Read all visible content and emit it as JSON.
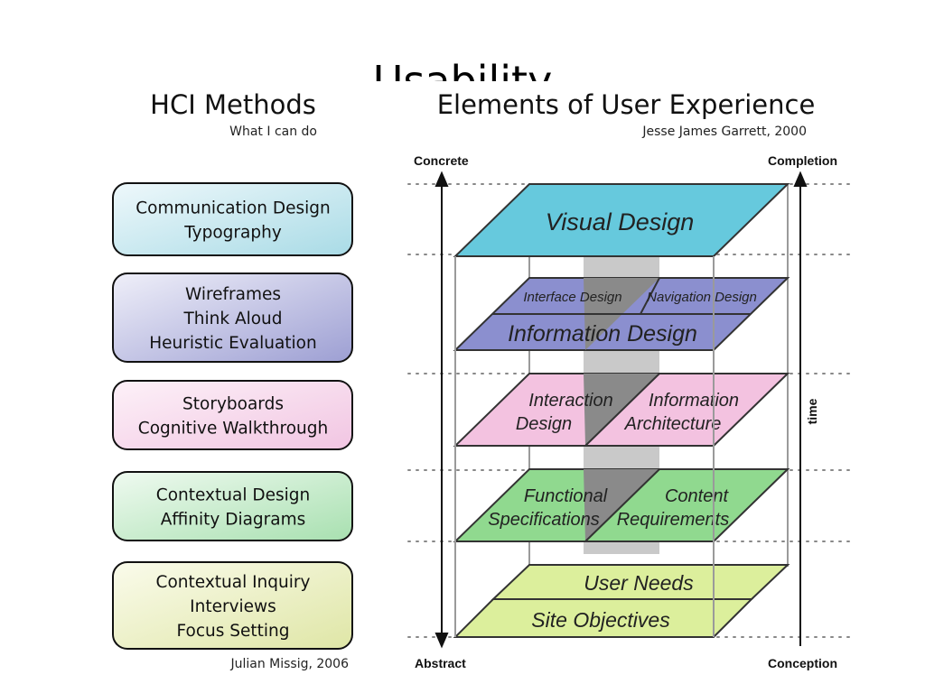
{
  "slide_title_partial": "Usability",
  "left_panel": {
    "title": "HCI Methods",
    "subtitle": "What I can do",
    "boxes": [
      {
        "lines": [
          "Communication Design",
          "Typography"
        ],
        "color_a": "#eef8fb",
        "color_b": "#a9dbe6"
      },
      {
        "lines": [
          "Wireframes",
          "Think Aloud",
          "Heuristic Evaluation"
        ],
        "color_a": "#efeff9",
        "color_b": "#9d9fd3"
      },
      {
        "lines": [
          "Storyboards",
          "Cognitive Walkthrough"
        ],
        "color_a": "#fdf1f8",
        "color_b": "#f1c5e2"
      },
      {
        "lines": [
          "Contextual Design",
          "Affinity Diagrams"
        ],
        "color_a": "#effaf0",
        "color_b": "#a8e0b0"
      },
      {
        "lines": [
          "Contextual Inquiry",
          "Interviews",
          "Focus Setting"
        ],
        "color_a": "#fafbeb",
        "color_b": "#dfe6a6"
      }
    ],
    "credit": "Julian Missig, 2006"
  },
  "right_panel": {
    "title": "Elements of User Experience",
    "subtitle": "Jesse James Garrett, 2000",
    "axis_top_left": "Concrete",
    "axis_bottom_left": "Abstract",
    "axis_top_right": "Completion",
    "axis_bottom_right": "Conception",
    "axis_side": "time",
    "layers": {
      "visual_design": "Visual Design",
      "interface_design": "Interface Design",
      "navigation_design": "Navigation Design",
      "information_design": "Information Design",
      "interaction_design": [
        "Interaction",
        "Design"
      ],
      "information_architecture": [
        "Information",
        "Architecture"
      ],
      "functional_specifications": [
        "Functional",
        "Specifications"
      ],
      "content_requirements": [
        "Content",
        "Requirements"
      ],
      "user_needs": "User Needs",
      "site_objectives": "Site Objectives"
    },
    "colors": {
      "visual": "#66c9dd",
      "purple": "#8b8fcf",
      "pink": "#f3c2e0",
      "green": "#90d98f",
      "yellow": "#dcef9c",
      "dark_overlay": "#8a8a8a",
      "light_overlay": "#c9c9c9"
    }
  }
}
